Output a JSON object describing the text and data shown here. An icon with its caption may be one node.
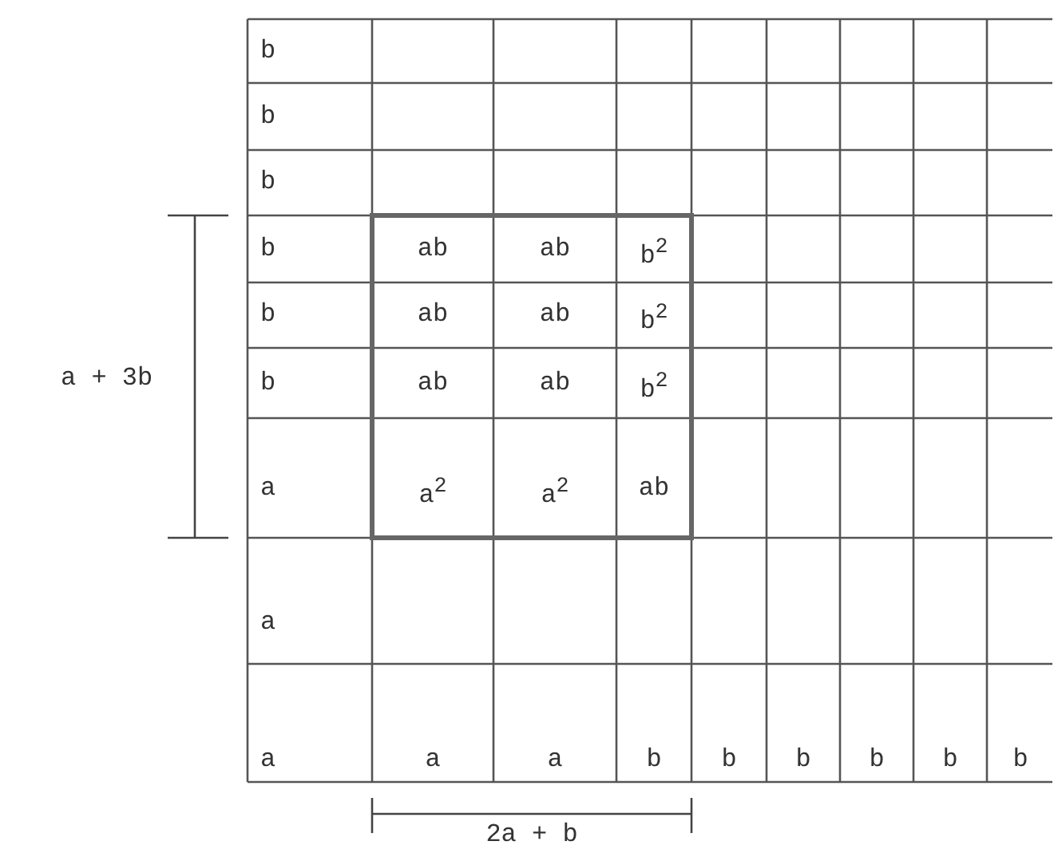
{
  "diagram": {
    "labels": [
      "b",
      "b",
      "b",
      "b",
      "ab",
      "ab",
      "b$^{2}$",
      "b",
      "ab",
      "ab",
      "b$^{2}$",
      "b",
      "ab",
      "ab",
      "b$^{2}$",
      "a",
      "a$^{2}$",
      "a$^{2}$",
      "ab",
      "a",
      "a",
      "a",
      "a",
      "b",
      "b",
      "b",
      "b",
      "b",
      "b",
      "a + 3b",
      "2a + b"
    ]
  }
}
